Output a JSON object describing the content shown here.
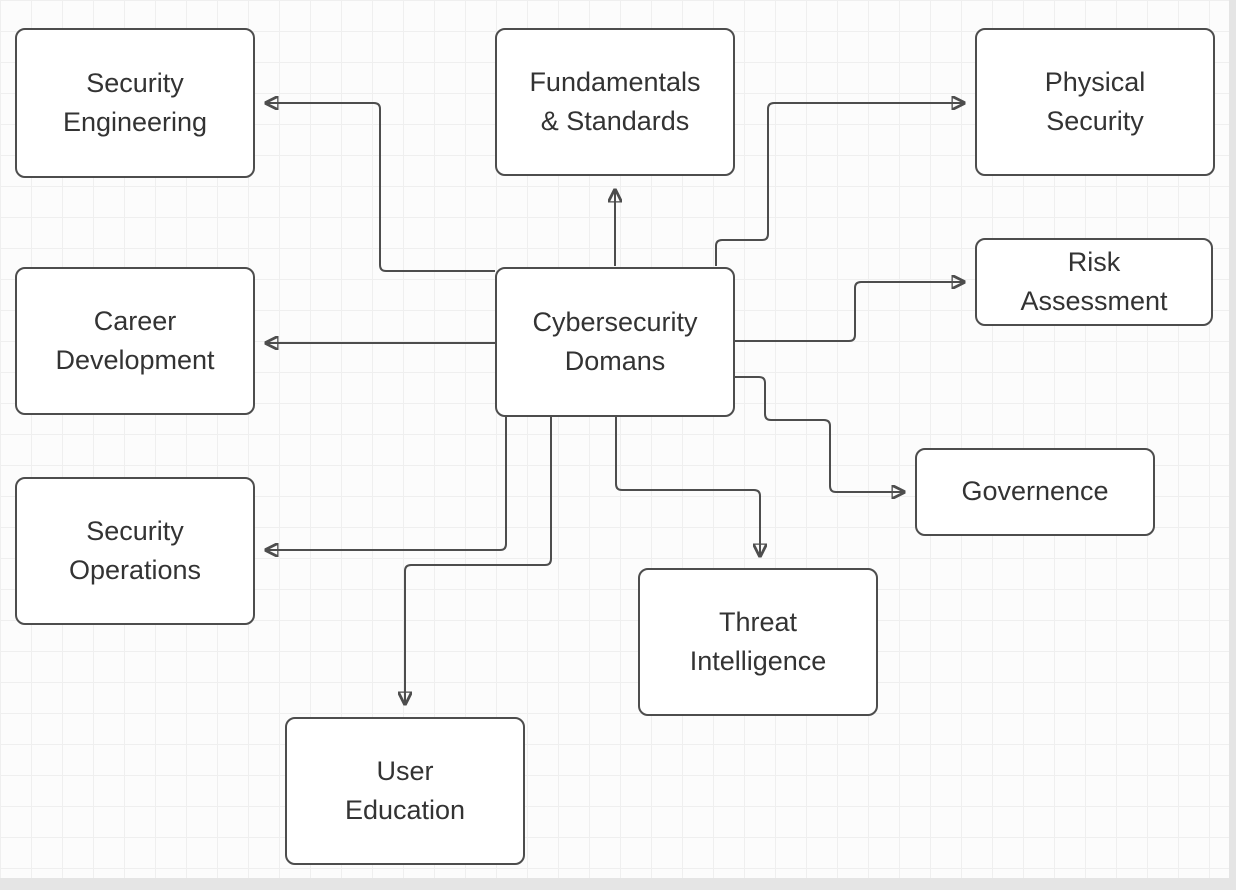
{
  "diagram": {
    "nodes": {
      "cybersecurity_domans": {
        "label": "Cybersecurity\nDomans"
      },
      "security_engineering": {
        "label": "Security\nEngineering"
      },
      "fundamentals_standards": {
        "label": "Fundamentals\n& Standards"
      },
      "physical_security": {
        "label": "Physical\nSecurity"
      },
      "career_development": {
        "label": "Career\nDevelopment"
      },
      "risk_assessment": {
        "label": "Risk\nAssessment"
      },
      "security_operations": {
        "label": "Security\nOperations"
      },
      "governence": {
        "label": "Governence"
      },
      "threat_intelligence": {
        "label": "Threat\nIntelligence"
      },
      "user_education": {
        "label": "User\nEducation"
      }
    },
    "edges": [
      {
        "from": "cybersecurity_domans",
        "to": "fundamentals_standards"
      },
      {
        "from": "cybersecurity_domans",
        "to": "security_engineering"
      },
      {
        "from": "cybersecurity_domans",
        "to": "physical_security"
      },
      {
        "from": "cybersecurity_domans",
        "to": "risk_assessment"
      },
      {
        "from": "cybersecurity_domans",
        "to": "career_development"
      },
      {
        "from": "cybersecurity_domans",
        "to": "governence"
      },
      {
        "from": "cybersecurity_domans",
        "to": "security_operations"
      },
      {
        "from": "cybersecurity_domans",
        "to": "user_education"
      },
      {
        "from": "cybersecurity_domans",
        "to": "threat_intelligence"
      }
    ],
    "colors": {
      "node_border": "#4d4d4d",
      "node_fill": "#ffffff",
      "text": "#333333",
      "connector": "#4d4d4d",
      "grid": "#efefef",
      "canvas_edge": "#e5e5e5"
    }
  }
}
